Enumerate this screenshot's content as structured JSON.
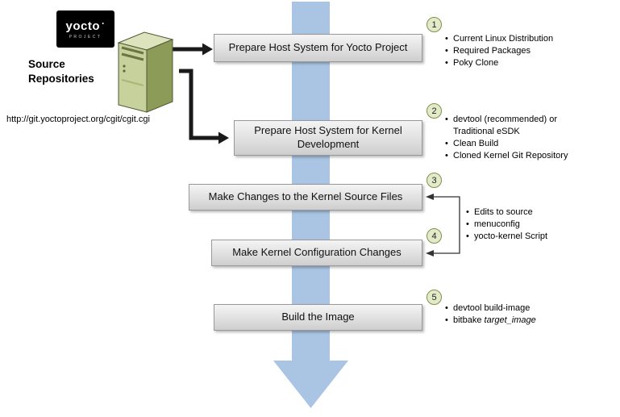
{
  "logo": {
    "brand": "yocto",
    "dot": "·",
    "sub": "PROJECT"
  },
  "source": {
    "title": "Source Repositories",
    "url": "http://git.yoctoproject.org/cgit/cgit.cgi"
  },
  "steps": {
    "s1": {
      "num": "1",
      "label": "Prepare Host System for Yocto Project",
      "bullets": [
        "Current Linux Distribution",
        "Required Packages",
        "Poky Clone"
      ]
    },
    "s2": {
      "num": "2",
      "label": "Prepare Host System for Kernel Development",
      "bullets": [
        "devtool (recommended) or Traditional eSDK",
        "Clean Build",
        "Cloned Kernel Git Repository"
      ]
    },
    "s3": {
      "num": "3",
      "label": "Make Changes to the Kernel Source Files"
    },
    "s4": {
      "num": "4",
      "label": "Make Kernel Configuration Changes"
    },
    "s5": {
      "num": "5",
      "label": "Build the Image",
      "note1": "devtool build-image",
      "note2_prefix": "bitbake ",
      "note2_italic": "target_image"
    }
  },
  "shared_notes_3_4": [
    "Edits to source",
    "menuconfig",
    "yocto-kernel Script"
  ],
  "colors": {
    "flow_arrow": "#a9c5e3",
    "badge_fill": "#e3eaca",
    "badge_border": "#7d9148",
    "box_border": "#999999",
    "logo_bg": "#000000"
  }
}
